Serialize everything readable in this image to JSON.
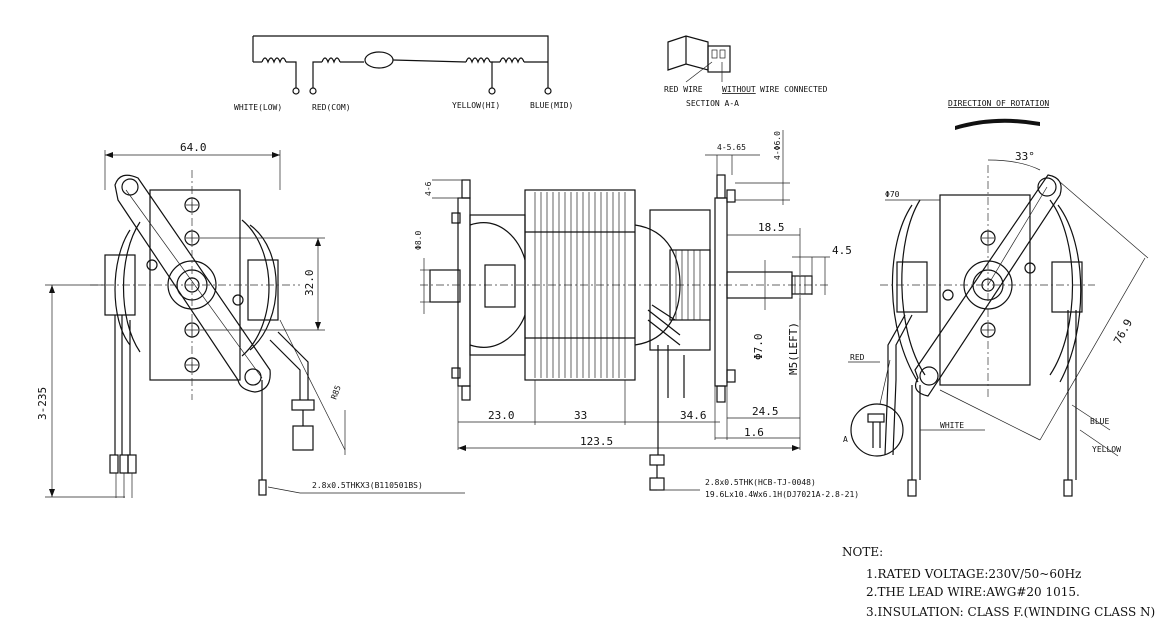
{
  "circuit": {
    "white_low": "WHITE(LOW)",
    "red_com": "RED(COM)",
    "yellow_hi": "YELLOW(HI)",
    "blue_mid": "BLUE(MID)"
  },
  "section": {
    "red_wire": "RED WIRE",
    "without": "WITHOUT",
    "wire_connected": "WIRE CONNECTED",
    "title": "SECTION A-A"
  },
  "rotation": {
    "label": "DIRECTION OF ROTATION"
  },
  "front_view": {
    "width": "64.0",
    "height": "3-235",
    "hole_spacing": "32.0",
    "r85": "R85",
    "connector": "2.8x0.5THKX3(B110501BS)"
  },
  "side_view": {
    "d4_6": "4-6",
    "d8": "Φ8.0",
    "s4_565": "4-5.65",
    "d4_60": "4-Φ6.0",
    "l18_5": "18.5",
    "l4_5": "4.5",
    "d7": "Φ7.0",
    "m5": "M5(LEFT)",
    "l23": "23.0",
    "l33": "33",
    "l34_6": "34.6",
    "l24_5": "24.5",
    "l1_6": "1.6",
    "l123_5": "123.5",
    "conn1": "2.8x0.5THK(HCB-TJ-0048)",
    "conn2": "19.6Lx10.4Wx6.1H(DJ7021A-2.8-21)"
  },
  "right_view": {
    "angle": "33°",
    "d70": "Φ70",
    "l76_9": "76.9",
    "red": "RED",
    "white": "WHITE",
    "blue": "BLUE",
    "yellow": "YELLOW",
    "detail_a": "A"
  },
  "notes": {
    "title": "NOTE:",
    "items": [
      "1.RATED VOLTAGE:230V/50~60Hz",
      "2.THE LEAD WIRE:AWG#20 1015.",
      "3.INSULATION: CLASS F.(WINDING CLASS N)"
    ]
  }
}
